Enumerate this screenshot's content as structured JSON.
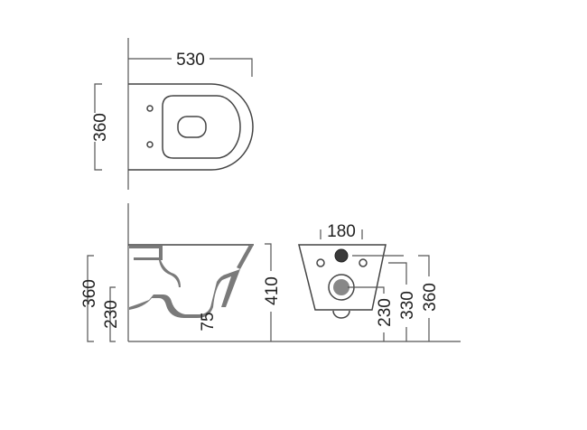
{
  "top_view": {
    "length": "530",
    "width": "360"
  },
  "side_view": {
    "total_height": "360",
    "outlet_height": "230",
    "outlet_offset": "75",
    "rim_height": "410"
  },
  "front_view": {
    "inlet_spacing": "180",
    "outlet_height": "230",
    "fixing_height": "330",
    "inlet_height": "360"
  },
  "colors": {
    "line": "#555555",
    "section_fill": "#7a7a7a",
    "inlet_fill": "#3a3a3a"
  }
}
